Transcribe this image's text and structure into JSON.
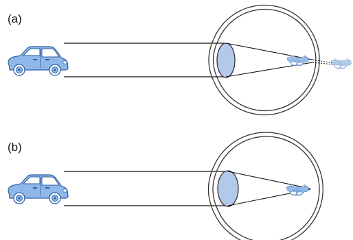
{
  "panels": [
    {
      "label": "(a)"
    },
    {
      "label": "(b)"
    }
  ],
  "colors": {
    "car_fill": "#8fb8e8",
    "car_stroke": "#2d5fa8",
    "lens_fill": "#b3c9ec",
    "line": "#111111",
    "eye_stroke": "#333333"
  },
  "icons": {
    "car": "car-icon",
    "eye": "eyeball-outline",
    "lens": "lens-ellipse"
  }
}
